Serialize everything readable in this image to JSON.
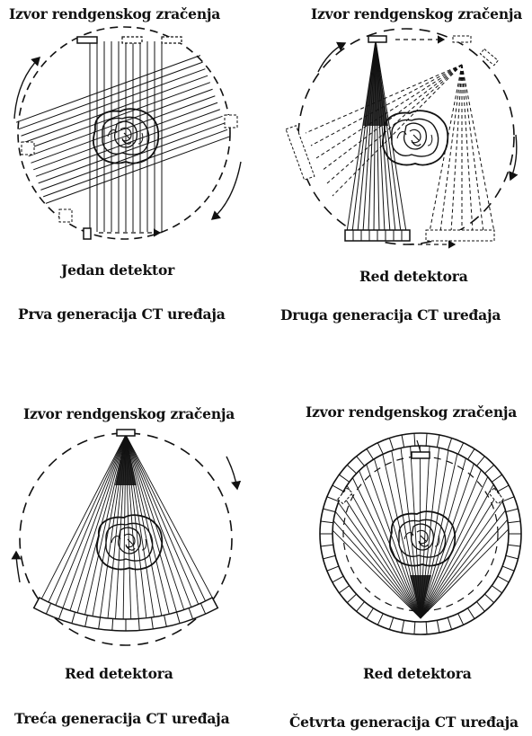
{
  "panels": [
    {
      "source_label": "Izvor rendgenskog zračenja",
      "detector_label": "Jedan detektor",
      "generation_label": "Prva generacija  CT uređaja"
    },
    {
      "source_label": "Izvor rendgenskog zračenja",
      "detector_label": "Red detektora",
      "generation_label": "Druga generacija CT uređaja"
    },
    {
      "source_label": "Izvor rendgenskog zračenja",
      "detector_label": "Red detektora",
      "generation_label": "Treća generacija  CT uređaja"
    },
    {
      "source_label": "Izvor rendgenskog zračenja",
      "detector_label": "Red detektora",
      "generation_label": "Četvrta generacija  CT uređaja"
    }
  ]
}
